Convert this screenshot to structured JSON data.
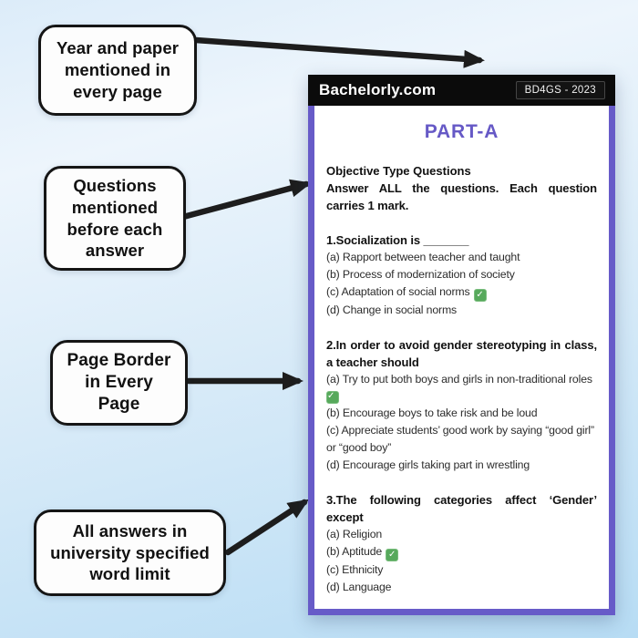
{
  "callouts": [
    {
      "label": "Year and paper mentioned in every page"
    },
    {
      "label": "Questions mentioned before each answer"
    },
    {
      "label": "Page Border in Every Page"
    },
    {
      "label": "All answers in university specified word limit"
    }
  ],
  "page": {
    "brand": "Bachelorly.com",
    "paper_code": "BD4GS - 2023",
    "part_label": "PART-A",
    "section_title": "Objective Type Questions",
    "instruction": "Answer ALL the questions. Each question carries 1 mark.",
    "questions": [
      {
        "title": "1.Socialization is _______",
        "options": [
          {
            "text": "(a) Rapport between teacher and taught"
          },
          {
            "text": "(b) Process of modernization of society"
          },
          {
            "text": "(c) Adaptation of social norms",
            "correct": true
          },
          {
            "text": "(d) Change in social norms"
          }
        ]
      },
      {
        "title": "2.In order to avoid gender stereotyping in class, a teacher should",
        "options": [
          {
            "text": "(a) Try to put both boys and girls in non-traditional roles",
            "correct": true
          },
          {
            "text": "(b) Encourage boys to take risk and be loud"
          },
          {
            "text": "(c) Appreciate students’ good work by saying “good girl” or “good boy”"
          },
          {
            "text": "(d) Encourage girls taking part in wrestling"
          }
        ]
      },
      {
        "title": "3.The following categories affect ‘Gender’ except",
        "options": [
          {
            "text": "(a) Religion"
          },
          {
            "text": "(b) Aptitude",
            "correct": true
          },
          {
            "text": "(c) Ethnicity"
          },
          {
            "text": "(d) Language"
          }
        ]
      }
    ]
  },
  "colors": {
    "accent_purple": "#675BC8",
    "check_green": "#57A95C",
    "header_black": "#0B0B0B",
    "arrow_black": "#1D1D1D",
    "background_blue": "#B7DCF4"
  },
  "icons": {
    "check_icon": "✓"
  }
}
